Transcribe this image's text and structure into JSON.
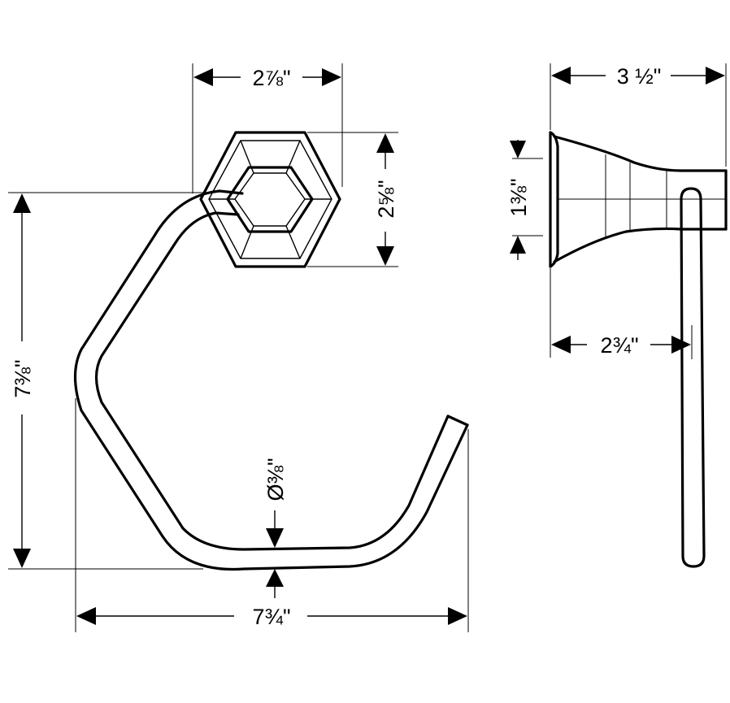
{
  "diagram": {
    "dimensions": {
      "top_plate_width": "2⅞\"",
      "side_depth_total": "3 ½\"",
      "plate_height": "2⅝\"",
      "side_plate_thickness": "1⅜\"",
      "overall_height": "7⅜\"",
      "side_ring_depth": "2¾\"",
      "rod_diameter": "Ø⅜\"",
      "overall_width": "7¾\""
    },
    "colors": {
      "line": "#000000",
      "background": "#ffffff"
    }
  }
}
